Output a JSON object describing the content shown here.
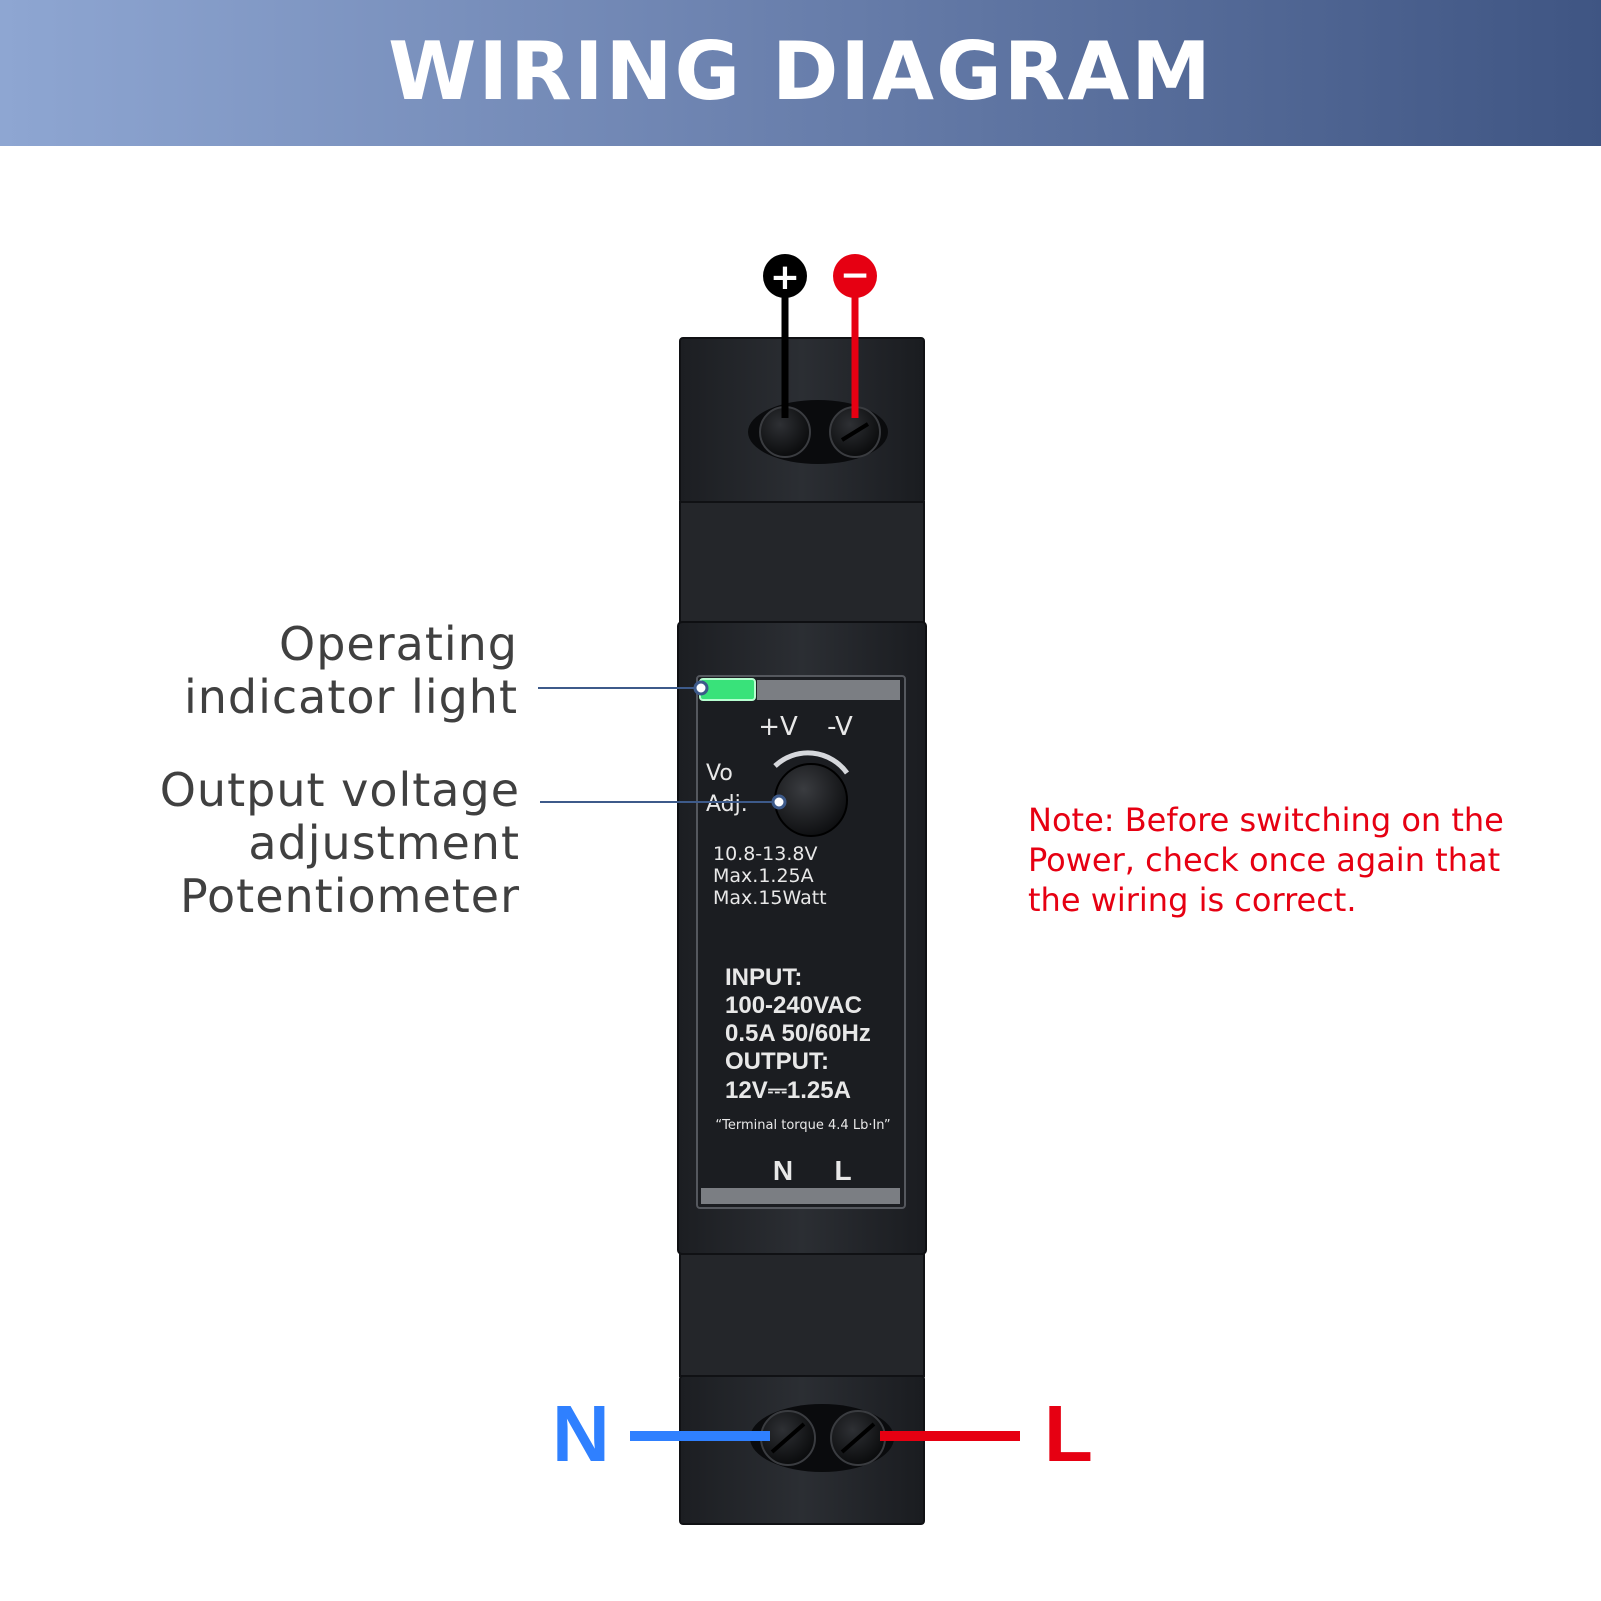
{
  "banner": {
    "title": "WIRING DIAGRAM"
  },
  "callouts": {
    "indicator": [
      "Operating",
      "indicator light"
    ],
    "potentiometer": [
      "Output voltage",
      "adjustment",
      "Potentiometer"
    ]
  },
  "note": [
    "Note: Before switching on the",
    "Power, check once again that",
    "the wiring is correct."
  ],
  "terminals": {
    "output_plus_symbol": "+",
    "output_minus_symbol": "−",
    "input_n": "N",
    "input_l": "L"
  },
  "device_label": {
    "output_terminals": [
      "+V",
      "-V"
    ],
    "vo_adj": [
      "Vo",
      "Adj."
    ],
    "ratings": [
      "10.8-13.8V",
      "Max.1.25A",
      "Max.15Watt"
    ],
    "specs": [
      "INPUT:",
      "100-240VAC",
      "0.5A 50/60Hz",
      "OUTPUT:",
      "12V⎓1.25A"
    ],
    "torque": "“Terminal torque 4.4 Lb·In”",
    "input_terminals": [
      "N",
      "L"
    ]
  },
  "colors": {
    "positive_wire": "#000000",
    "negative_wire": "#e60012",
    "neutral_wire": "#2f80ff",
    "live_wire": "#e60012",
    "indicator_led": "#39e27a",
    "note_text": "#e60012"
  }
}
